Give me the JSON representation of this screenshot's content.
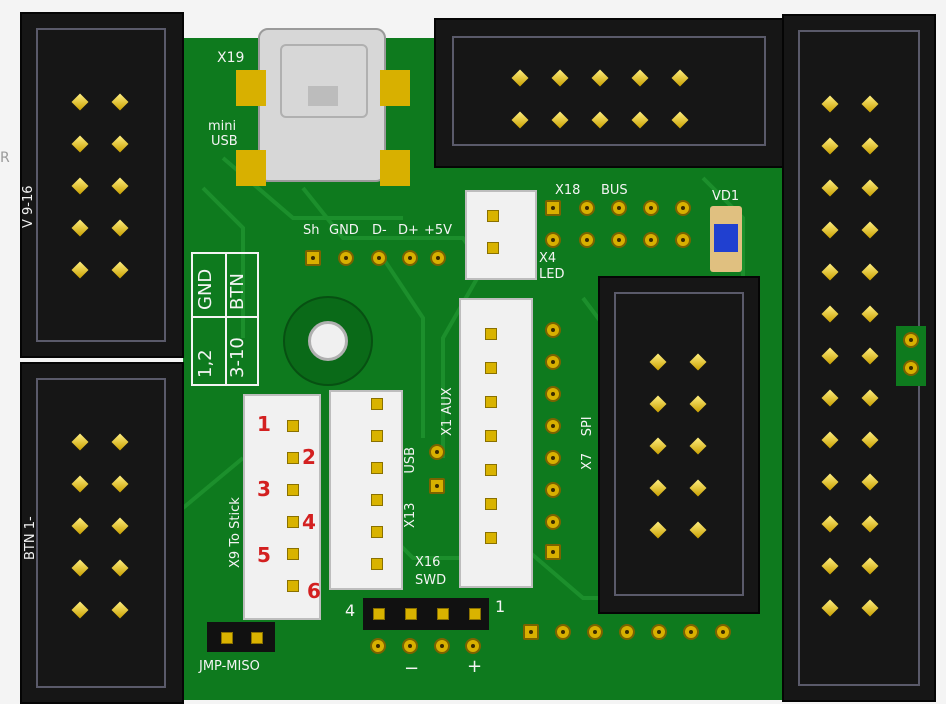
{
  "board": {
    "silkscreen": {
      "usb_connector": "X19",
      "usb_label_line1": "mini",
      "usb_label_line2": "USB",
      "pin_labels": [
        "Sh",
        "GND",
        "D-",
        "D+",
        "+5V"
      ],
      "bus_ref": "X18",
      "bus_label": "BUS",
      "led_ref": "X4",
      "led_label": "LED",
      "diode_ref": "VD1",
      "table_gnd": "GND",
      "table_btn": "BTN",
      "table_pins_1": "1,2",
      "table_pins_2": "3-10",
      "aux_ref": "X1",
      "aux_label": "AUX",
      "spi_ref": "X7",
      "spi_label": "SPI",
      "usb_ref": "X13",
      "usb_label": "USB",
      "stick_ref": "X9",
      "stick_label": "To Stick",
      "swd_ref": "X16",
      "swd_label": "SWD",
      "swd_pin_left": "4",
      "swd_pin_right": "1",
      "minus": "−",
      "plus": "+",
      "jumper_label": "JMP-MISO",
      "left_top_label": "V 9-16",
      "left_bottom_label": "BTN 1-"
    },
    "annotations": [
      "1",
      "2",
      "3",
      "4",
      "5",
      "6"
    ],
    "colors": {
      "pcb": "#0e7a1e",
      "silk": "#f4f4f4",
      "annotation": "#d32020",
      "gold": "#d8b000"
    }
  }
}
